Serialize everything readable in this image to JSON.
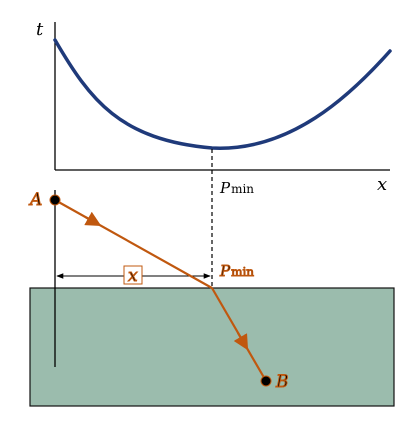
{
  "graph": {
    "y_axis_label": "t",
    "x_axis_label": "x",
    "min_label": "P",
    "min_label_sub": "min"
  },
  "diagram": {
    "point_a_label": "A",
    "point_b_label": "B",
    "distance_label": "x",
    "min_label": "P",
    "min_label_sub": "min"
  },
  "colors": {
    "curve": "#1f3a7a",
    "ray": "#c0580f",
    "water_fill": "#9bbcad",
    "water_stroke": "#111111",
    "axes": "#000000"
  }
}
